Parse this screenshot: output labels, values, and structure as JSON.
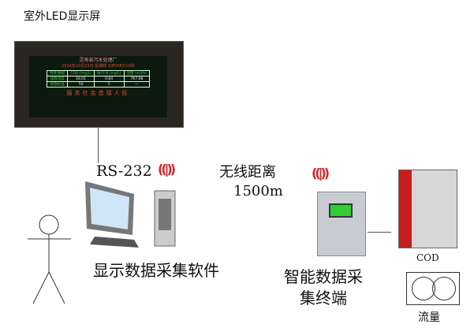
{
  "led_title": "室外LED显示屏",
  "led": {
    "plant": "灵寿县污水处理厂",
    "datetime": "2014年10月23日 星期四 10时48分16秒",
    "corner_top": "项目",
    "corner_bottom": "数据",
    "headers": [
      "COD (mg/L)",
      "NH3-N (mg/L)",
      "流量 (m3/h)"
    ],
    "rows": [
      {
        "label": "排放浓度",
        "values": [
          "18.01",
          "0.84",
          "767.08"
        ]
      },
      {
        "label": "排放标准",
        "values": [
          "50",
          "5",
          "—"
        ]
      }
    ],
    "slogan": "服务社会造福人民"
  },
  "rs232": "RS-232",
  "wireless": "无线距离",
  "distance": "1500m",
  "software": "显示数据采集软件",
  "terminal_l1": "智能数据采",
  "terminal_l2": "集终端",
  "cod": "COD",
  "flow": "流量",
  "colors": {
    "wave": "#dd2222",
    "cod_red": "#c81e1e"
  }
}
